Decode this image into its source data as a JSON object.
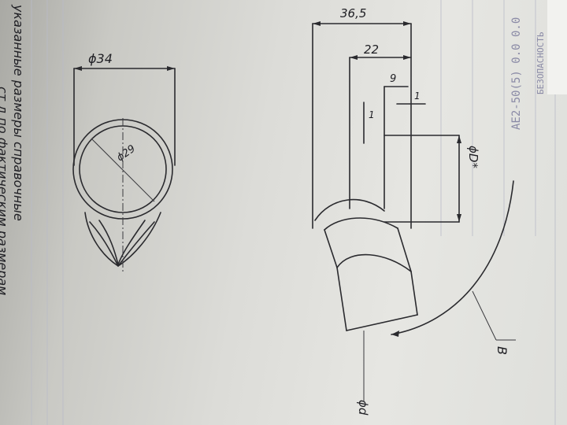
{
  "dimensions": {
    "outer_diameter": "ϕ34",
    "inner_diameter": "ϕ29",
    "overall_length": "36,5",
    "length_22": "22",
    "length_9": "9",
    "wall_1_top": "1",
    "wall_1_side": "1",
    "diameter_D": "ϕD*",
    "angle_B": "B",
    "diameter_d": "ϕd"
  },
  "notes": {
    "line1": "указанные размеры справочные",
    "line2": "ст.д по фактическим размерам"
  },
  "stamp_text": "АЕ2-50(5) 0.0 0.0",
  "stamp_text_2": "БЕЗОПАСНОСТЬ"
}
